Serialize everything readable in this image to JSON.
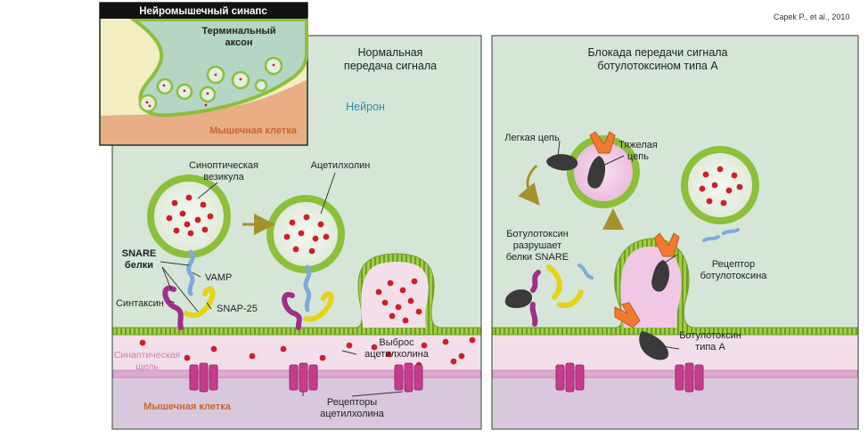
{
  "credit": "Capek P., et al., 2010",
  "inset": {
    "title": "Нейромышечный синапс",
    "axon_label_1": "Терминальный",
    "axon_label_2": "аксон",
    "muscle_label": "Мышечная клетка"
  },
  "left_panel": {
    "title_1": "Нормальная",
    "title_2": "передача сигнала",
    "neuron_label": "Нейрон",
    "vesicle_label_1": "Синоптическая",
    "vesicle_label_2": "везикула",
    "ach_label": "Ацетилхолин",
    "snare_label_1": "SNARE",
    "snare_label_2": "белки",
    "vamp_label": "VAMP",
    "syntaxin_label": "Синтаксин",
    "snap25_label": "SNAP-25",
    "cleft_label_1": "Синаптическая",
    "cleft_label_2": "щель",
    "release_label_1": "Выброс",
    "release_label_2": "ацетилхолина",
    "muscle_label": "Мышечная клетка",
    "receptors_label_1": "Рецепторы",
    "receptors_label_2": "ацетилхолина"
  },
  "right_panel": {
    "title_1": "Блокада передачи сигнала",
    "title_2": "ботулотоксином типа А",
    "light_chain_label": "Легкая цепь",
    "heavy_chain_label_1": "Тяжелая",
    "heavy_chain_label_2": "цепь",
    "destroys_label_1": "Ботулотоксин",
    "destroys_label_2": "разрушает",
    "destroys_label_3": "белки SNARE",
    "toxin_receptor_label_1": "Рецептор",
    "toxin_receptor_label_2": "ботулотоксина",
    "toxin_label_1": "Ботулотоксин",
    "toxin_label_2": "типа А"
  },
  "colors": {
    "neuron_bg": "#cfe3d5",
    "cleft_bg": "#f3dde8",
    "muscle_bg": "#d8c4dc",
    "membrane": "#8cbf3a",
    "ach": "#cc1f2a",
    "receptor": "#c63c8d",
    "vamp": "#7ea9dc",
    "syntaxin": "#a02f8a",
    "snap25": "#e6d21a",
    "toxin_heavy": "#f07a2e",
    "toxin_light": "#3a3a3a",
    "inset_bg": "#f3edc2",
    "inset_axon": "#b9d6c9",
    "inset_muscle": "#eab08a",
    "label_blue": "#2f8da6",
    "label_orange": "#c8662b",
    "label_pink": "#d07bb0"
  }
}
